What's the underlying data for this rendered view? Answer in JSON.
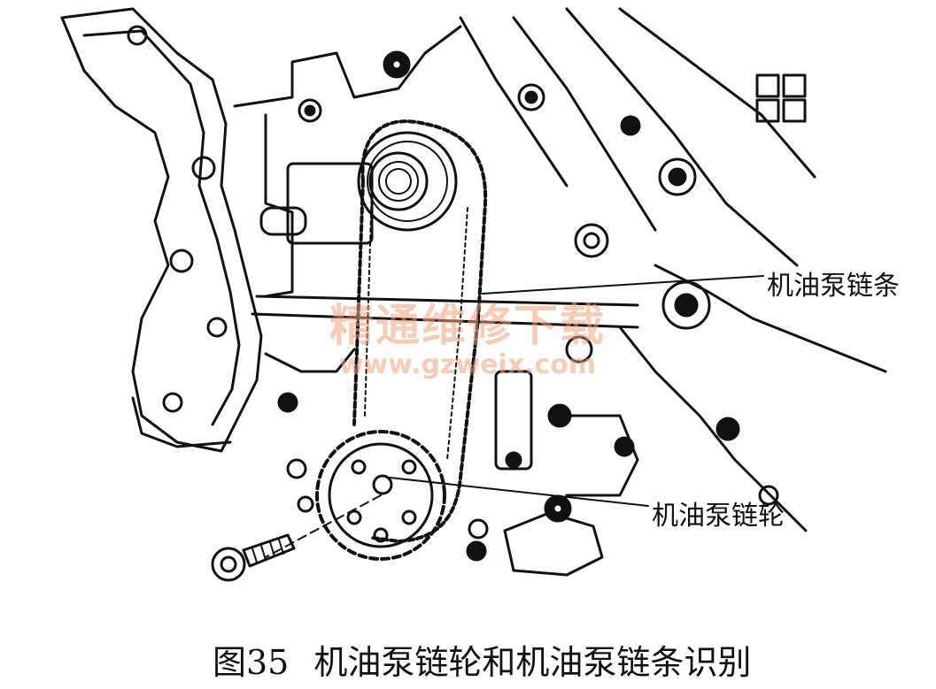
{
  "labels": {
    "chain": "机油泵链条",
    "sprocket": "机油泵链轮"
  },
  "caption": {
    "number": "图35",
    "text": "机油泵链轮和机油泵链条识别"
  },
  "watermark": {
    "text": "精通维修下载",
    "url": "www.gzweix.com"
  },
  "colors": {
    "line": "#111111",
    "watermark": "#f2a27a",
    "background": "#ffffff"
  }
}
